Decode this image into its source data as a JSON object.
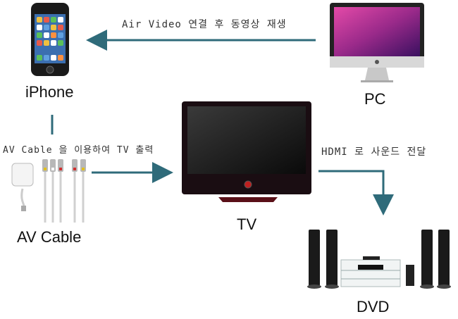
{
  "nodes": {
    "iphone": "iPhone",
    "pc": "PC",
    "tv": "TV",
    "av_cable": "AV Cable",
    "dvd": "DVD"
  },
  "edges": {
    "pc_to_iphone": "Air Video 연결 후 동영상 재생",
    "av_to_tv": "AV Cable 을 이용하여 TV 출력",
    "tv_to_dvd": "HDMI 로 사운드 전달"
  },
  "colors": {
    "arrow": "#2f6b7a"
  }
}
